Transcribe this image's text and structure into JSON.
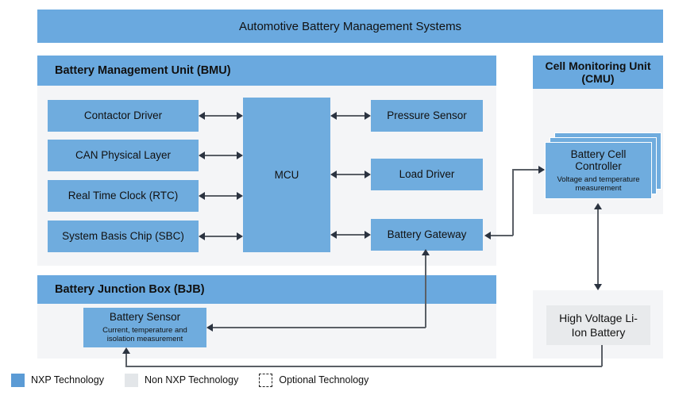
{
  "diagram": {
    "title": "Automotive Battery Management Systems"
  },
  "bmu": {
    "header": "Battery Management Unit (BMU)",
    "left_blocks": [
      {
        "label": "Contactor Driver"
      },
      {
        "label": "CAN Physical Layer"
      },
      {
        "label": "Real Time Clock (RTC)"
      },
      {
        "label": "System Basis Chip (SBC)"
      }
    ],
    "mcu": {
      "label": "MCU"
    },
    "right_blocks": [
      {
        "label": "Pressure Sensor"
      },
      {
        "label": "Load Driver"
      },
      {
        "label": "Battery Gateway"
      }
    ]
  },
  "bjb": {
    "header": "Battery Junction Box (BJB)",
    "sensor": {
      "label": "Battery Sensor",
      "sub": "Current, temperature and isolation measurement"
    }
  },
  "cmu": {
    "header": "Cell Monitoring Unit (CMU)",
    "controller": {
      "label": "Battery Cell Controller",
      "sub": "Voltage and temperature measurement"
    }
  },
  "battery": {
    "label": "High Voltage Li-Ion Battery"
  },
  "legend": {
    "items": [
      {
        "label": "NXP Technology",
        "swatch": "blue"
      },
      {
        "label": "Non NXP Technology",
        "swatch": "gray"
      },
      {
        "label": "Optional Technology",
        "swatch": "dashed"
      }
    ]
  },
  "colors": {
    "nxp_blue": "#6FACDE",
    "header_blue": "#6AA9DF",
    "panel_bg": "#F4F5F7",
    "non_nxp_gray": "#E8EAEC",
    "connector": "#5A5F66"
  }
}
